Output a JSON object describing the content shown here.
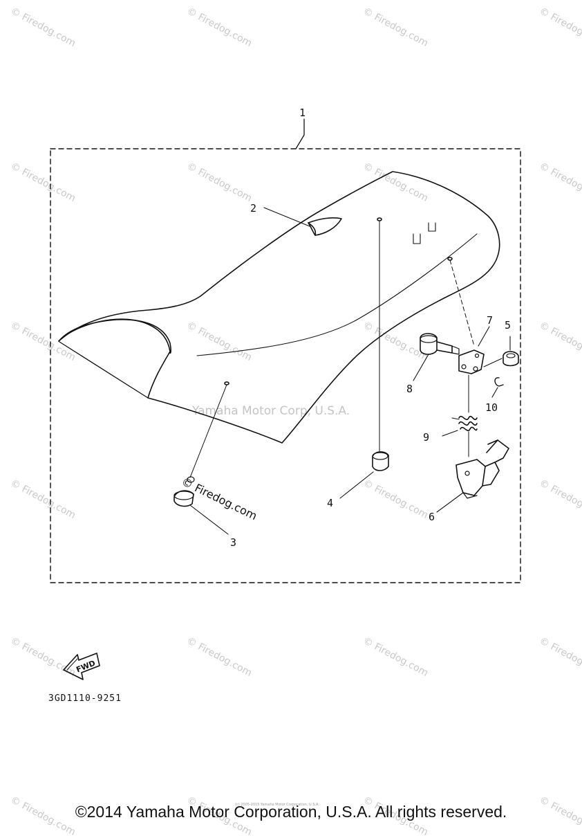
{
  "watermark_text": "© Firedog.com",
  "center_watermark": "Yamaha Motor Corp, U.S.A.",
  "diagram_watermark": "© Firedog.com",
  "fwd_label": "FWD",
  "part_code": "3GD1110-9251",
  "footer": "©2014 Yamaha Motor Corporation, U.S.A. All rights reserved.",
  "tiny_notice": "(c) 2005-2015 Yamaha Motor Corporation, U.S.A.",
  "callouts": {
    "c1": "1",
    "c2": "2",
    "c3": "3",
    "c4": "4",
    "c5": "5",
    "c6": "6",
    "c7": "7",
    "c8": "8",
    "c9": "9",
    "c10": "10"
  }
}
